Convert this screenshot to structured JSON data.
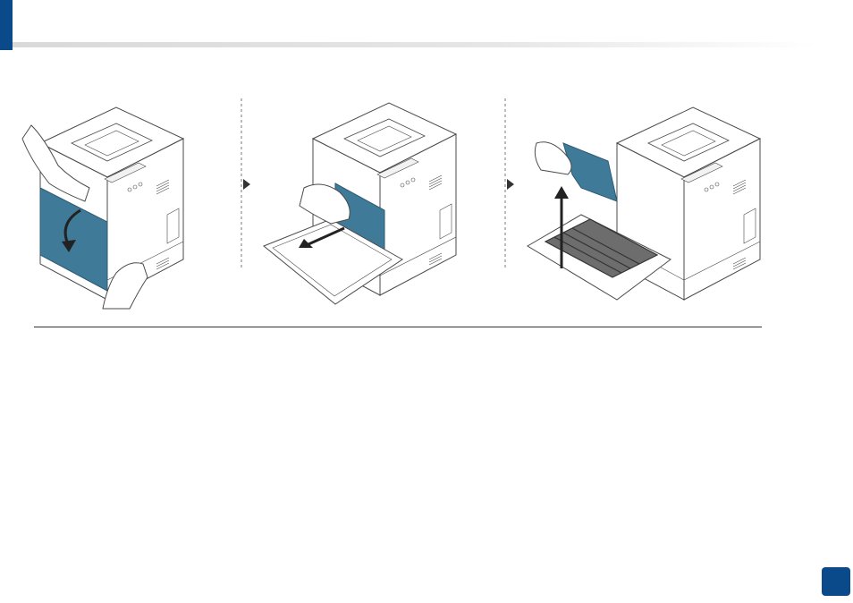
{
  "theme": {
    "accent_color": "#0a4a8a",
    "illustration_blue": "#3f7a99",
    "line_color": "#4a4a4a"
  },
  "steps": [
    {
      "action": "open-front-cover",
      "icon": "printer-front-cover-open-icon"
    },
    {
      "action": "pull-out-toner-tray",
      "icon": "printer-tray-pull-icon"
    },
    {
      "action": "lift-toner-cartridge",
      "icon": "printer-toner-lift-icon"
    }
  ],
  "step_separator_icon": "triangle-right-icon",
  "page_badge": {
    "label": ""
  }
}
